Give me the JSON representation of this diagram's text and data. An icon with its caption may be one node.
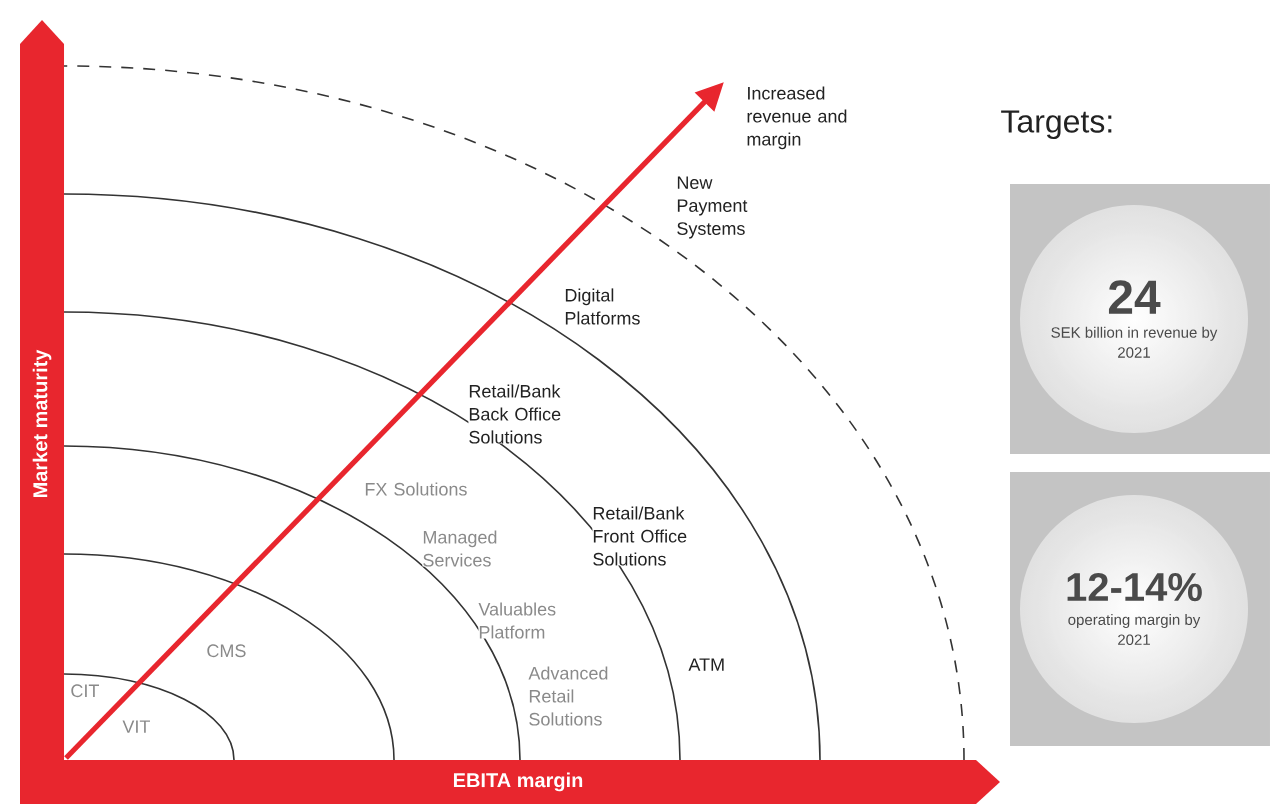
{
  "diagram": {
    "nodes": [
      {
        "text": [
          "24",
          "SEK billion in revenue by 2021"
        ]
      },
      {
        "text": [
          "12-14%",
          "operating margin by 2021"
        ]
      }
    ],
    "labels": [
      "Increased revenue and margin",
      "Targets:",
      "New Payment Systems",
      "Digital Platforms",
      "Retail/Bank Back Office Solutions",
      "FX Solutions",
      "Managed Services",
      "Retail/Bank Front Office Solutions",
      "Valuables Platform",
      "Market maturity",
      "CMS",
      "Advanced Retail Solutions",
      "ATM",
      "CIT",
      "VIT",
      "EBITA margin"
    ]
  }
}
